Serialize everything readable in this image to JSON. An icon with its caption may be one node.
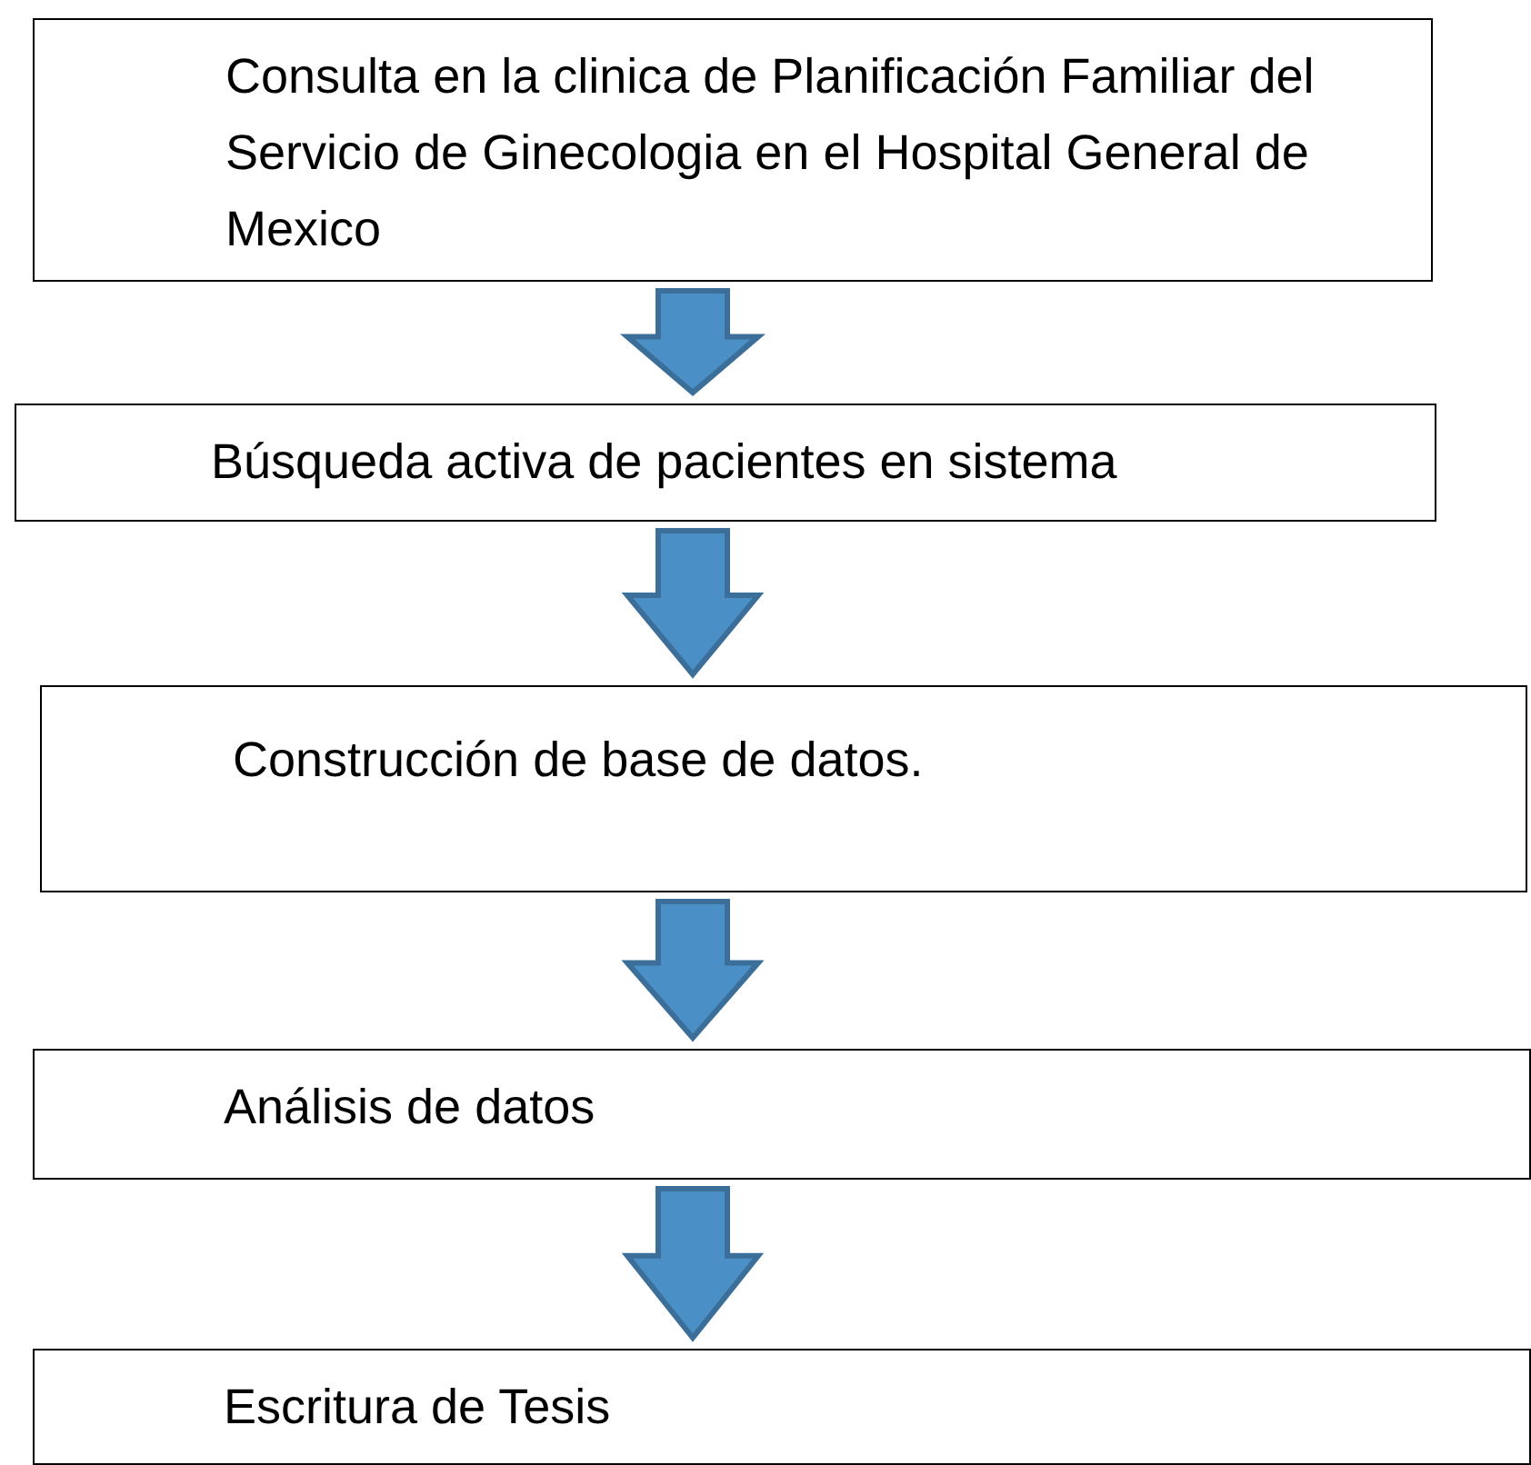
{
  "diagram": {
    "nodes": [
      {
        "text": [
          "Consulta en la clinica de Planificación Familiar del Servicio de Ginecologia en el Hospital General de Mexico"
        ]
      },
      {
        "text": [
          "Búsqueda activa de pacientes en sistema"
        ]
      },
      {
        "text": [
          "Construcción de base de datos."
        ]
      },
      {
        "text": [
          "Análisis de datos"
        ]
      },
      {
        "text": [
          "Escritura de Tesis"
        ]
      }
    ],
    "edges": [
      {
        "from": 0,
        "to": 1,
        "arrow": "to"
      },
      {
        "from": 1,
        "to": 2,
        "arrow": "to"
      },
      {
        "from": 2,
        "to": 3,
        "arrow": "to"
      },
      {
        "from": 3,
        "to": 4,
        "arrow": "to"
      }
    ]
  }
}
